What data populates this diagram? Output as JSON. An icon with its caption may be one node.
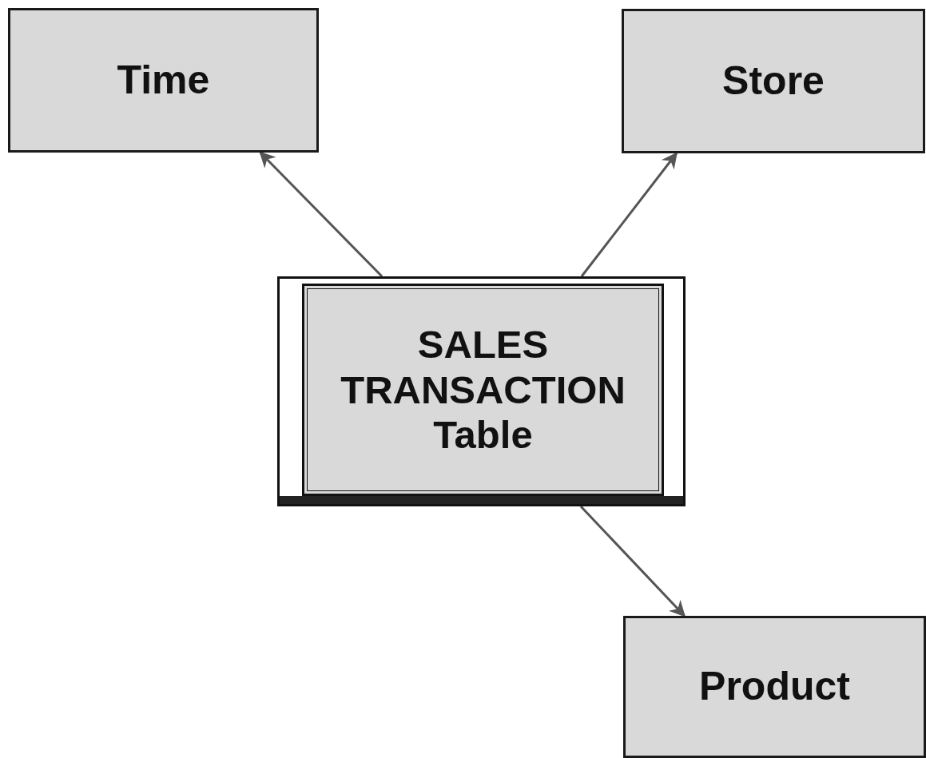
{
  "diagram": {
    "nodes": [
      {
        "text": [
          "Time"
        ]
      },
      {
        "text": [
          "Store"
        ]
      },
      {
        "text": [
          "SALES TRANSACTION Table"
        ]
      },
      {
        "text": [
          "Product"
        ]
      }
    ],
    "edges": [
      {
        "from": 2,
        "to": 0,
        "arrow": "to"
      },
      {
        "from": 2,
        "to": 1,
        "arrow": "to"
      },
      {
        "from": 2,
        "to": 3,
        "arrow": "to"
      }
    ]
  }
}
